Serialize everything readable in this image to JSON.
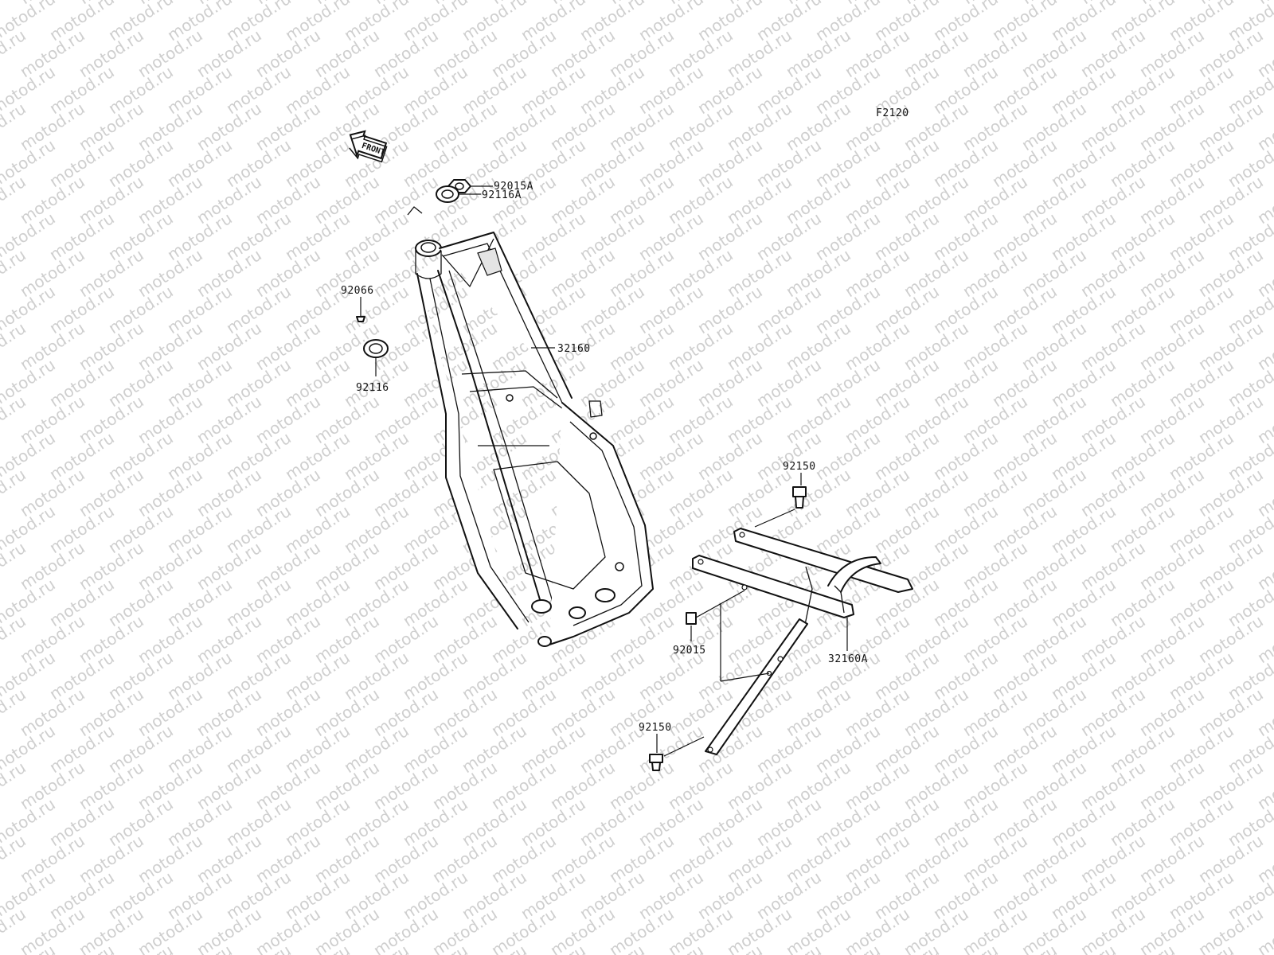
{
  "diagram": {
    "ref_code": "F2120",
    "front_arrow_label": "FRONT",
    "watermark": "motod.ru",
    "parts": {
      "p92015A": "92015A",
      "p92116A": "92116A",
      "p92066": "92066",
      "p92116": "92116",
      "p32160": "32160",
      "p92150_top": "92150",
      "p92015": "92015",
      "p32160A": "32160A",
      "p92150_bottom": "92150"
    }
  }
}
